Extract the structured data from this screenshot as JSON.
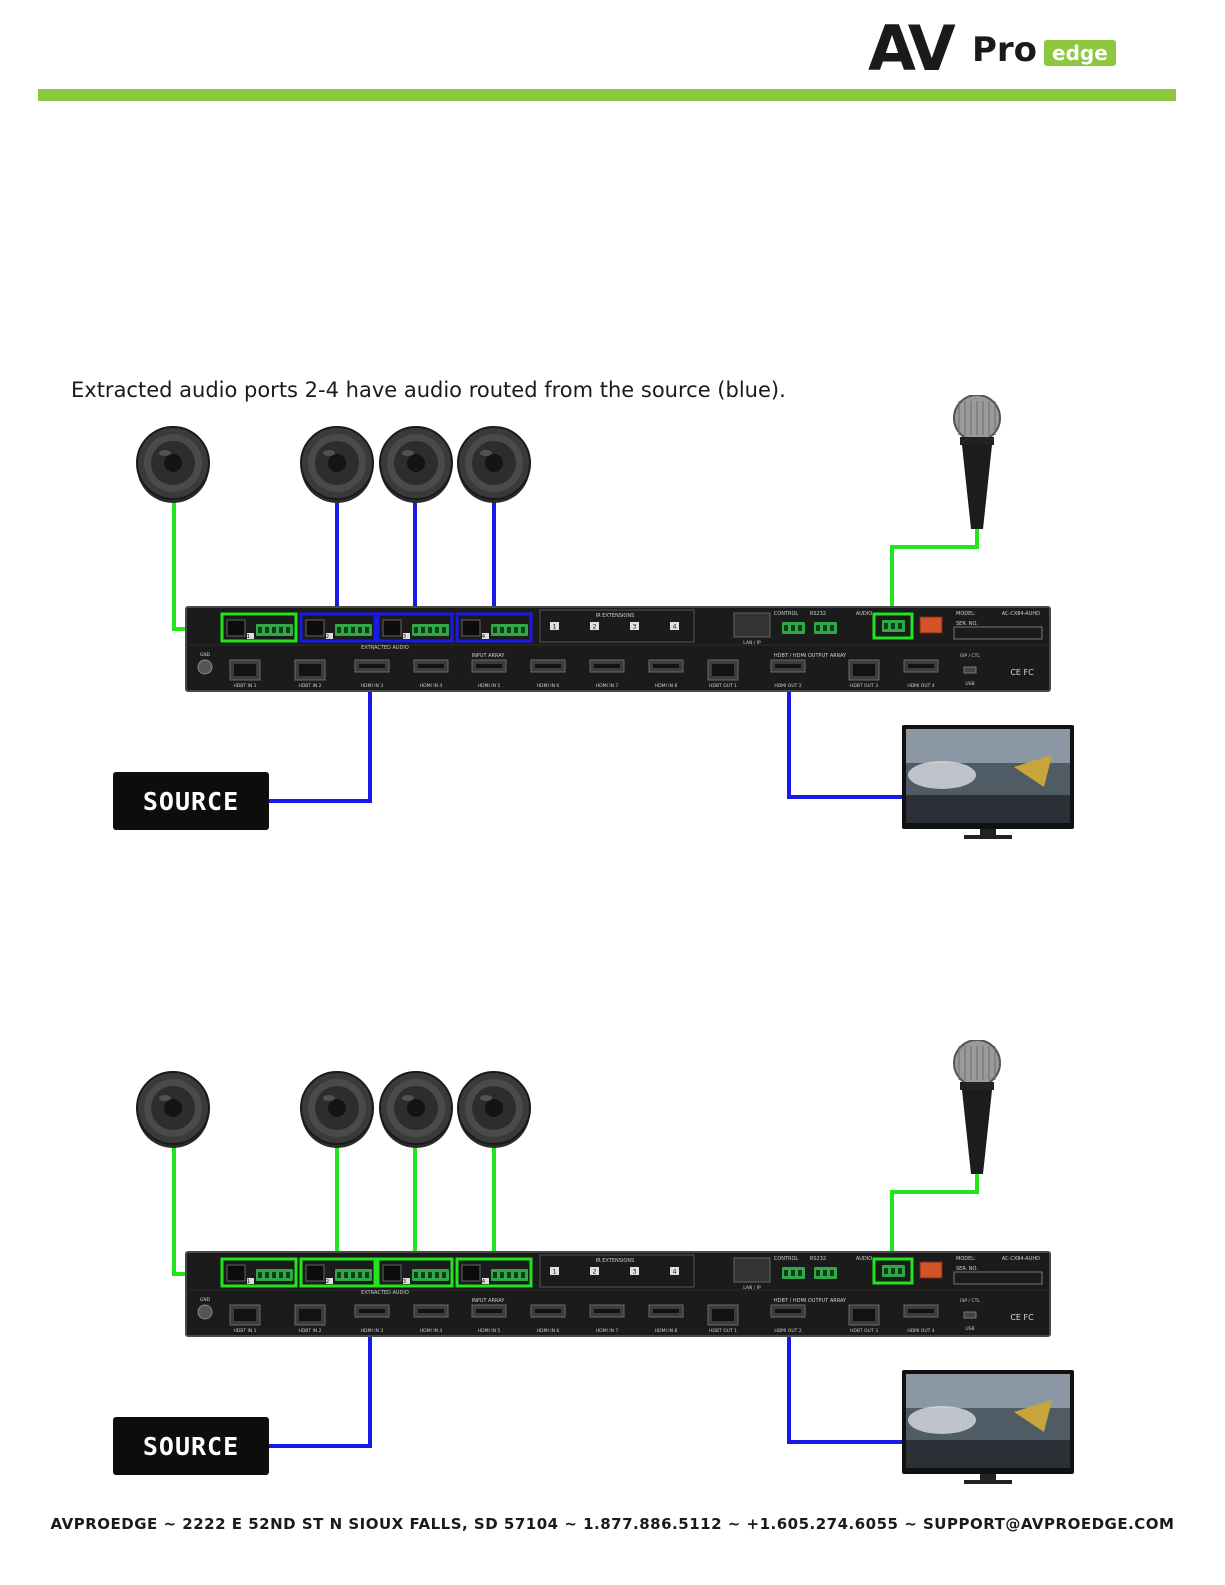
{
  "brand": {
    "logo_av": "AV",
    "logo_pro": "Pro",
    "logo_edge": "edge"
  },
  "caption": "Extracted audio ports 2-4 have audio routed from the source (blue).",
  "device": {
    "model": "AC-CX84-AUHD",
    "ports_top": [
      "IR EXTENSIONS",
      "CONTROL",
      "RS232",
      "AUDIO",
      "MODEL:",
      "SER. NO."
    ],
    "ports_bottom": [
      "HDBT IN 1",
      "HDBT IN 2",
      "HDMI IN 3",
      "HDMI IN 4",
      "HDMI IN 5",
      "HDMI IN 6",
      "HDMI IN 7",
      "HDMI IN 8",
      "HDBT OUT 1",
      "HDMI OUT 2",
      "HDBT OUT 3",
      "HDMI OUT 4"
    ],
    "labels": [
      "EXTRACTED AUDIO",
      "INPUT ARRAY",
      "HDBT / HDMI OUTPUT ARRAY",
      "GND",
      "ISP / CTL",
      "USB",
      "LAN / IP"
    ]
  },
  "diagrams": [
    {
      "source_label": "SOURCE",
      "audio_link_colors": [
        "#22e51d",
        "#1a1ae8",
        "#1a1ae8",
        "#1a1ae8"
      ],
      "mic_link_color": "#22e51d",
      "video_link_color": "#1a1ae8"
    },
    {
      "source_label": "SOURCE",
      "audio_link_colors": [
        "#22e51d",
        "#22e51d",
        "#22e51d",
        "#22e51d"
      ],
      "mic_link_color": "#22e51d",
      "video_link_color": "#1a1ae8"
    }
  ],
  "footer": "AVPROEDGE  ~  2222 E 52ND ST N SIOUX FALLS, SD 57104  ~  1.877.886.5112  ~  +1.605.274.6055  ~  SUPPORT@AVPROEDGE.COM"
}
